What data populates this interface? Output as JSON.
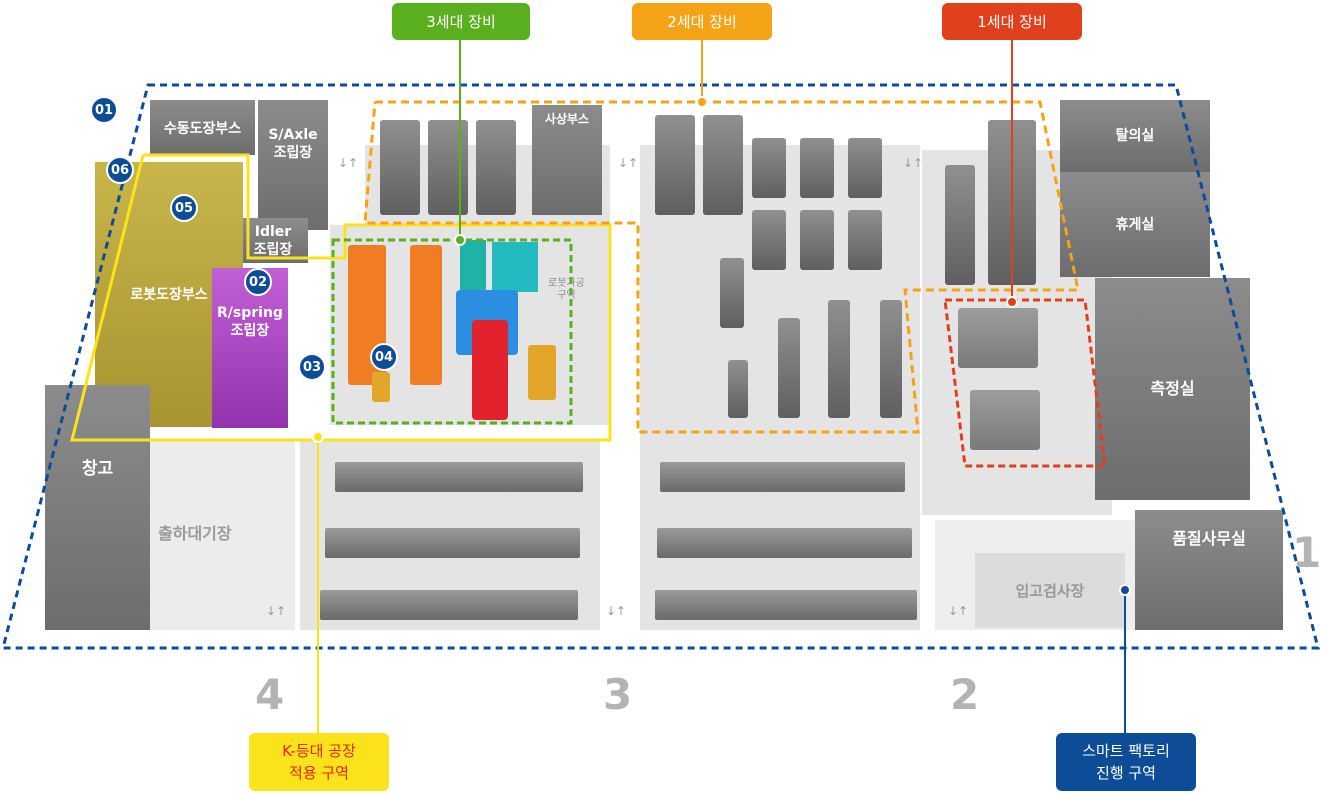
{
  "callouts": {
    "gen3": "3세대 장비",
    "gen2": "2세대 장비",
    "gen1": "1세대 장비",
    "k_factory_line1": "K-등대 공장",
    "k_factory_line2": "적용 구역",
    "smart_factory_line1": "스마트 팩토리",
    "smart_factory_line2": "진행 구역"
  },
  "markers": [
    "01",
    "02",
    "03",
    "04",
    "05",
    "06"
  ],
  "rooms": {
    "manual_paint_booth": "수동도장부스",
    "s_axle_line1": "S/Axle",
    "s_axle_line2": "조립장",
    "idler_line1": "Idler",
    "idler_line2": "조립장",
    "robot_paint_booth": "로봇도장부스",
    "r_spring_line1": "R/spring",
    "r_spring_line2": "조립장",
    "warehouse": "창고",
    "shipping_area": "출하대기장",
    "finishing_booth": "사상부스",
    "robot_machining_line1": "로봇가공",
    "robot_machining_line2": "구역",
    "degrease_room": "탈의실",
    "lounge": "휴게실",
    "measurement_room": "측정실",
    "quality_office": "품질사무실",
    "incoming_inspection": "입고검사장"
  },
  "zones": [
    "4",
    "3",
    "2",
    "1"
  ],
  "colors": {
    "gen3": "#5aaf1e",
    "gen2": "#f5a316",
    "gen1": "#e0401c",
    "k_factory": "#fbe31b",
    "smart_factory": "#0d4c97",
    "robot_paint_booth": "#b7a23a",
    "r_spring": "#a945c0"
  }
}
